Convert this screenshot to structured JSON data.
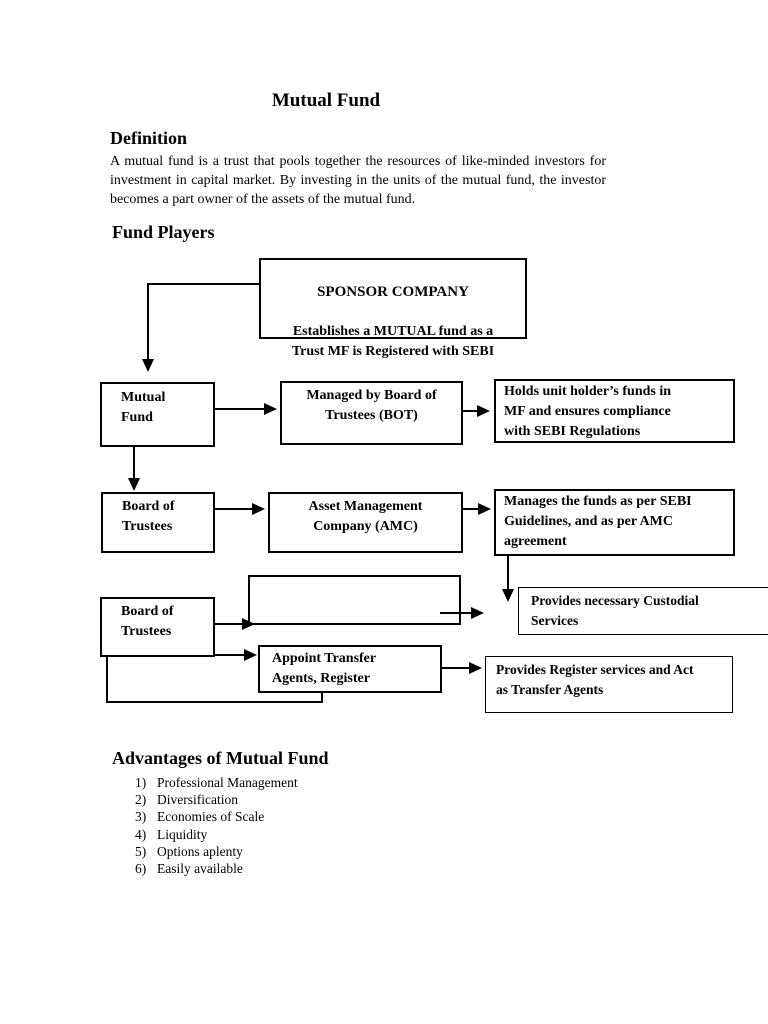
{
  "page": {
    "title": "Mutual Fund"
  },
  "definition": {
    "heading": "Definition",
    "body": "A mutual fund is a trust that pools together the resources of like-minded investors for investment in capital market. By investing in the units of the mutual fund, the investor becomes a part owner of the assets of the mutual fund."
  },
  "fund_players": {
    "heading": "Fund Players",
    "diagram": {
      "sponsor": {
        "title": "SPONSOR COMPANY",
        "body": "Establishes a MUTUAL fund as a\nTrust MF is Registered with SEBI"
      },
      "mutual_fund": {
        "text": "Mutual\nFund"
      },
      "managed_bot": {
        "text": "Managed by Board of\nTrustees (BOT)"
      },
      "holds_funds": {
        "text": "Holds unit holder’s funds in\nMF and ensures compliance\nwith SEBI Regulations"
      },
      "board_trustees_1": {
        "text": "Board of\nTrustees"
      },
      "amc": {
        "text": "Asset Management\nCompany (AMC)"
      },
      "manages_funds": {
        "text": "Manages the funds as per SEBI\nGuidelines, and as per AMC\nagreement"
      },
      "board_trustees_2": {
        "text": "Board of\nTrustees"
      },
      "custodial": {
        "text": "Provides necessary Custodial\nServices"
      },
      "appoint_transfer": {
        "text": "Appoint Transfer\nAgents, Register"
      },
      "register_services": {
        "text": "Provides Register services and Act\nas Transfer Agents"
      }
    }
  },
  "advantages": {
    "heading": "Advantages of Mutual Fund",
    "items": [
      {
        "num": "1)",
        "label": "Professional Management"
      },
      {
        "num": "2)",
        "label": "Diversification"
      },
      {
        "num": "3)",
        "label": "Economies of Scale"
      },
      {
        "num": "4)",
        "label": "Liquidity"
      },
      {
        "num": "5)",
        "label": "Options aplenty"
      },
      {
        "num": "6)",
        "label": "Easily available"
      }
    ]
  }
}
